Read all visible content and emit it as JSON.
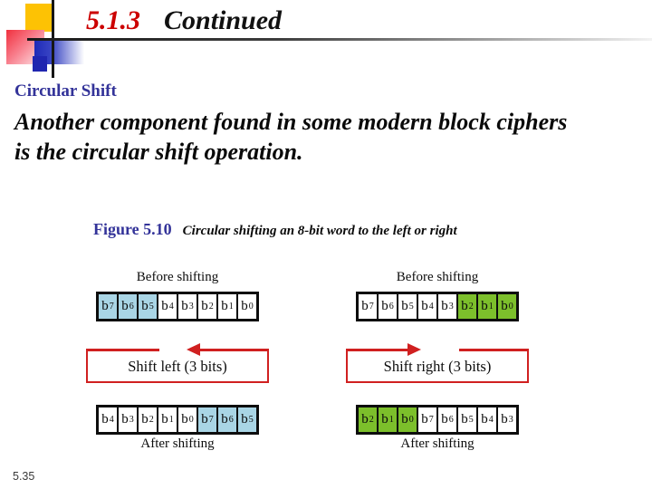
{
  "title": {
    "number": "5.1.3",
    "text": "Continued"
  },
  "heading": "Circular Shift",
  "body": {
    "line1": "Another component found in some modern block ciphers",
    "line2": "is the circular shift operation."
  },
  "figure": {
    "label": "Figure 5.10",
    "caption": "Circular shifting an 8-bit word to the left or right"
  },
  "bit_letter": "b",
  "colors": {
    "title_red": "#cc0000",
    "heading_blue": "#333399",
    "arrow_red": "#d02020",
    "highlight_blue": "#a9d5e5",
    "highlight_green": "#7cbf2b"
  },
  "diagrams": [
    {
      "side": "left",
      "before_label": "Before shifting",
      "after_label": "After shifting",
      "shift_label": "Shift left (3 bits)",
      "arrow_direction": "left",
      "highlight_color": "#a9d5e5",
      "before_cells": [
        {
          "sub": "7",
          "hl": true
        },
        {
          "sub": "6",
          "hl": true
        },
        {
          "sub": "5",
          "hl": true
        },
        {
          "sub": "4",
          "hl": false
        },
        {
          "sub": "3",
          "hl": false
        },
        {
          "sub": "2",
          "hl": false
        },
        {
          "sub": "1",
          "hl": false
        },
        {
          "sub": "0",
          "hl": false
        }
      ],
      "after_cells": [
        {
          "sub": "4",
          "hl": false
        },
        {
          "sub": "3",
          "hl": false
        },
        {
          "sub": "2",
          "hl": false
        },
        {
          "sub": "1",
          "hl": false
        },
        {
          "sub": "0",
          "hl": false
        },
        {
          "sub": "7",
          "hl": true
        },
        {
          "sub": "6",
          "hl": true
        },
        {
          "sub": "5",
          "hl": true
        }
      ]
    },
    {
      "side": "right",
      "before_label": "Before shifting",
      "after_label": "After shifting",
      "shift_label": "Shift right (3 bits)",
      "arrow_direction": "right",
      "highlight_color": "#7cbf2b",
      "before_cells": [
        {
          "sub": "7",
          "hl": false
        },
        {
          "sub": "6",
          "hl": false
        },
        {
          "sub": "5",
          "hl": false
        },
        {
          "sub": "4",
          "hl": false
        },
        {
          "sub": "3",
          "hl": false
        },
        {
          "sub": "2",
          "hl": true
        },
        {
          "sub": "1",
          "hl": true
        },
        {
          "sub": "0",
          "hl": true
        }
      ],
      "after_cells": [
        {
          "sub": "2",
          "hl": true
        },
        {
          "sub": "1",
          "hl": true
        },
        {
          "sub": "0",
          "hl": true
        },
        {
          "sub": "7",
          "hl": false
        },
        {
          "sub": "6",
          "hl": false
        },
        {
          "sub": "5",
          "hl": false
        },
        {
          "sub": "4",
          "hl": false
        },
        {
          "sub": "3",
          "hl": false
        }
      ]
    }
  ],
  "page_number": "5.35"
}
